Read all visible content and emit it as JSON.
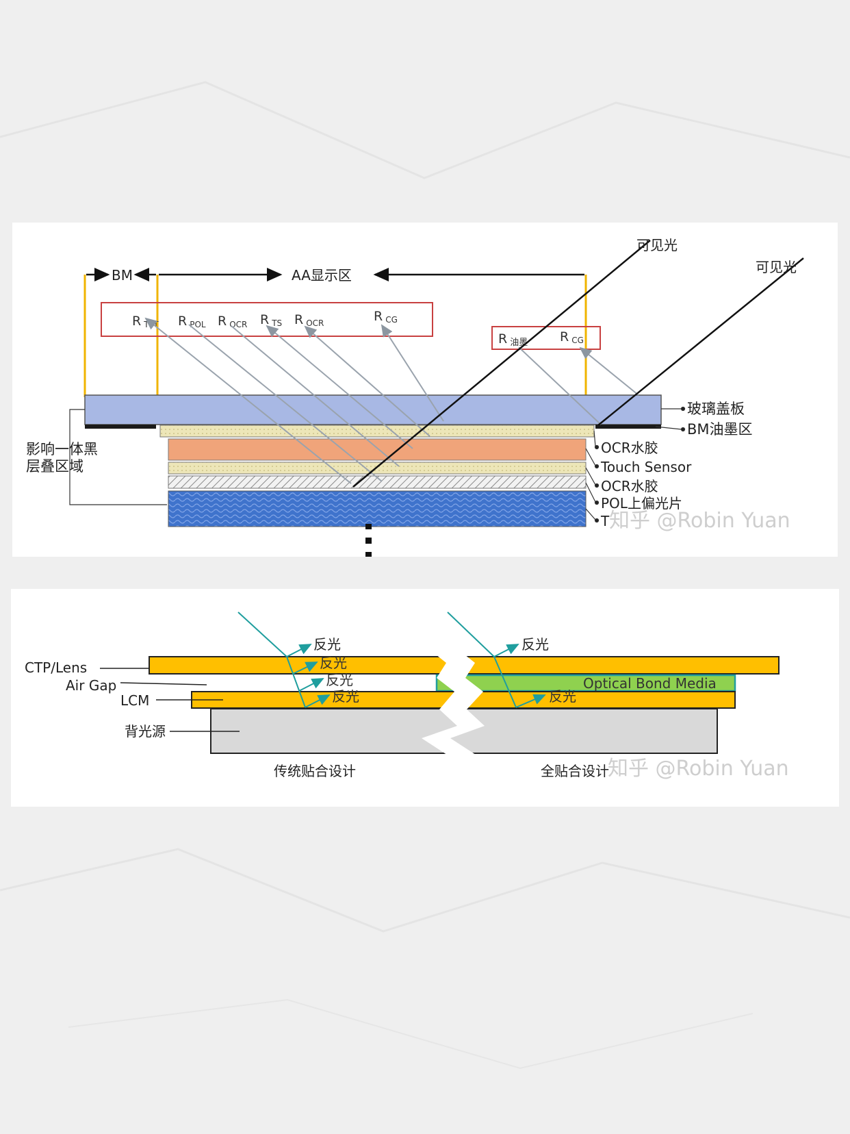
{
  "top_diagram": {
    "dimension_labels": {
      "bm": "BM",
      "aa": "AA显示区"
    },
    "light_labels": [
      "可见光",
      "可见光"
    ],
    "reflection_labels": [
      {
        "main": "R",
        "sub": "TFT"
      },
      {
        "main": "R",
        "sub": "POL"
      },
      {
        "main": "R",
        "sub": "OCR"
      },
      {
        "main": "R",
        "sub": "TS"
      },
      {
        "main": "R",
        "sub": "OCR"
      },
      {
        "main": "R",
        "sub": "CG"
      }
    ],
    "bm_reflection_labels": [
      {
        "main": "R",
        "sub": "油墨"
      },
      {
        "main": "R",
        "sub": "CG"
      }
    ],
    "layer_labels": [
      "玻璃盖板",
      "BM油墨区",
      "OCR水胶",
      "Touch Sensor",
      "OCR水胶",
      "POL上偏光片",
      "T"
    ],
    "side_label": [
      "影响一体黑",
      "层叠区域"
    ],
    "watermark": "知乎 @Robin Yuan"
  },
  "bottom_diagram": {
    "layer_labels": {
      "ctp": "CTP/Lens",
      "air_gap": "Air Gap",
      "lcm": "LCM",
      "backlight": "背光源"
    },
    "reflection_left": [
      "反光",
      "反光",
      "反光",
      "反光"
    ],
    "reflection_right": [
      "反光",
      "反光"
    ],
    "bond_media": "Optical Bond Media",
    "captions": {
      "left": "传统贴合设计",
      "right": "全贴合设计"
    },
    "watermark": "知乎 @Robin Yuan"
  },
  "colors": {
    "cover_glass": "#a8b8e4",
    "ink": "#1a1a1a",
    "ocr_glue": "#ede6b8",
    "touch_sensor": "#f0a47a",
    "pol": "#3f73cc",
    "bm_line": "#f0b400",
    "ray": "#9aa3ad",
    "red_box": "#c84040",
    "ctp_yellow": "#ffbf00",
    "bond_green": "#8fd14f",
    "teal_arrow": "#1f9e9e",
    "backlight": "#d9d9d9"
  }
}
